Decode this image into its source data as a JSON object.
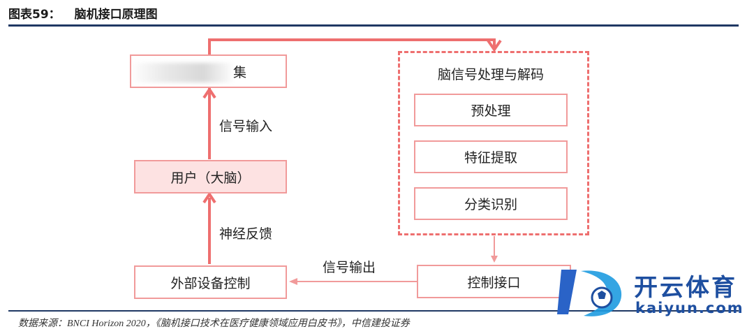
{
  "header": {
    "label": "图表59：",
    "subtitle": "脑机接口原理图"
  },
  "diagram": {
    "signal_acquisition_tail": "集",
    "user_brain": "用户（大脑）",
    "external_control": "外部设备控制",
    "decode_group_title": "脑信号处理与解码",
    "preprocess": "预处理",
    "feature_extract": "特征提取",
    "classify": "分类识别",
    "control_interface": "控制接口",
    "edge_signal_input": "信号输入",
    "edge_neural_feedback": "神经反馈",
    "edge_signal_output": "信号输出"
  },
  "footer": {
    "source": "数据来源：BNCI Horizon 2020，《脑机接口技术在医疗健康领域应用白皮书》，中信建投证券"
  },
  "watermark": {
    "cn": "开云体育",
    "en": "kaiyun.com"
  },
  "colors": {
    "accent": "#ee6f6f",
    "border": "#f19a9a",
    "fill": "#fde2e2",
    "rule": "#1f3864",
    "brand": "#1e4fa0"
  }
}
